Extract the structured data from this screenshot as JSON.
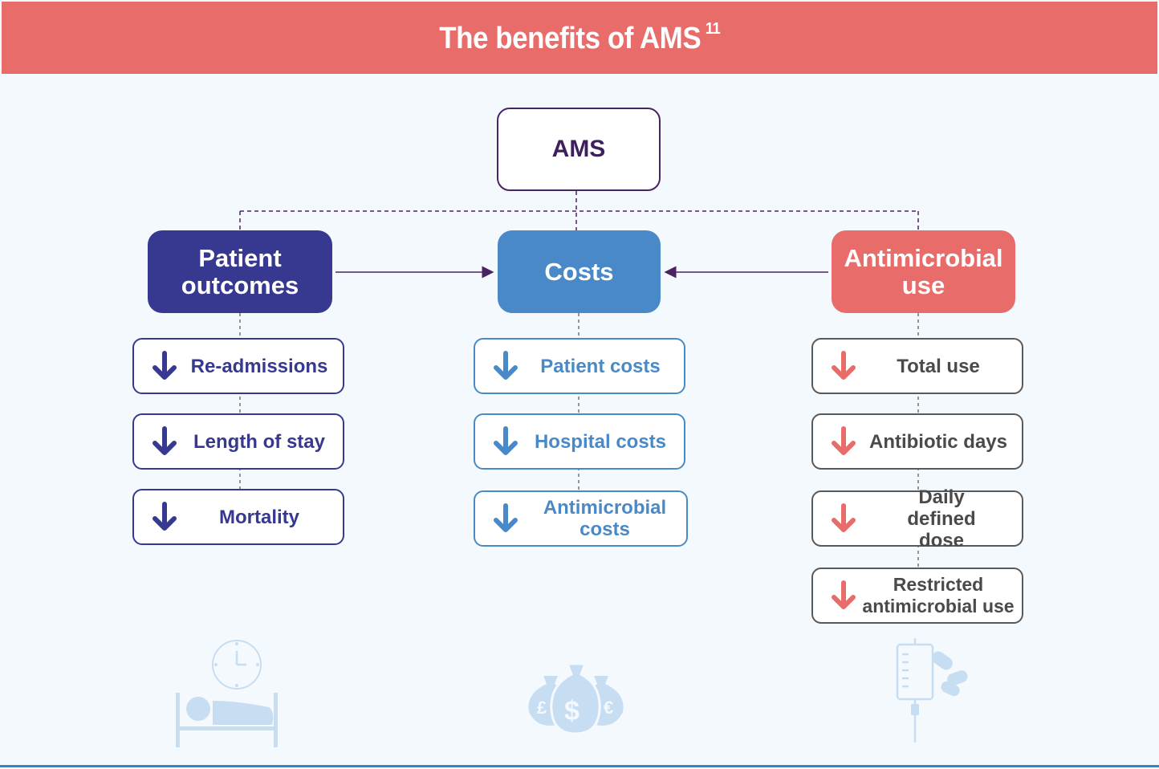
{
  "header": {
    "title": "The benefits of AMS",
    "superscript": "11",
    "color": "#e76c6a"
  },
  "root": {
    "label": "AMS",
    "color": "#4a2363"
  },
  "categories": {
    "patient": {
      "label": "Patient outcomes",
      "color": "#36398f"
    },
    "costs": {
      "label": "Costs",
      "color": "#4a89c8"
    },
    "antimicrobial": {
      "label": "Antimicrobial use",
      "color": "#e76c6a"
    }
  },
  "patient_items": [
    "Re-admissions",
    "Length of stay",
    "Mortality"
  ],
  "cost_items": [
    "Patient costs",
    "Hospital costs",
    "Antimicrobial costs"
  ],
  "antimicrobial_items": [
    "Total use",
    "Antibiotic days",
    "Daily defined dose",
    "Restricted antimicrobial use"
  ],
  "icons": {
    "patient": "hospital-bed-clock-icon",
    "costs": "money-bags-icon",
    "antimicrobial": "iv-drip-pills-icon"
  },
  "arrow_direction": "down"
}
